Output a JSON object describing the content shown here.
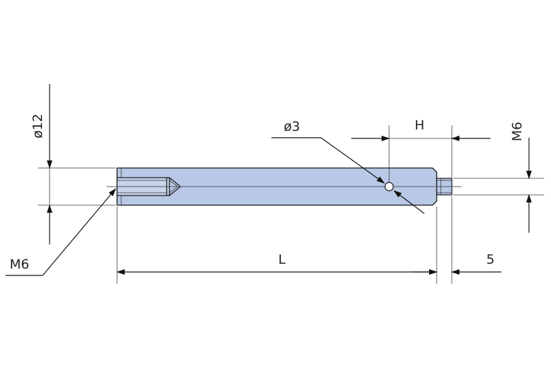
{
  "drawing": {
    "labels": {
      "dia_body": "ø12",
      "thread_left": "M6",
      "dia_hole": "ø3",
      "hole_pos": "H",
      "thread_right": "M6",
      "length": "L",
      "thread_length": "5"
    },
    "colors": {
      "body_fill": "#b8c8e6",
      "line": "#111111"
    }
  }
}
